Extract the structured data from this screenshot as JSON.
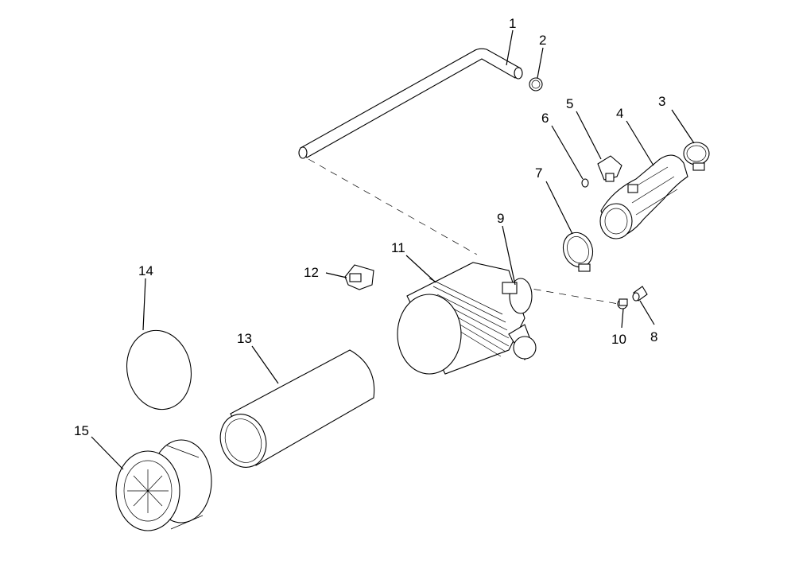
{
  "diagram": {
    "type": "exploded-parts-view",
    "callouts": [
      {
        "id": "1",
        "label": "1"
      },
      {
        "id": "2",
        "label": "2"
      },
      {
        "id": "3",
        "label": "3"
      },
      {
        "id": "4",
        "label": "4"
      },
      {
        "id": "5",
        "label": "5"
      },
      {
        "id": "6",
        "label": "6"
      },
      {
        "id": "7",
        "label": "7"
      },
      {
        "id": "8",
        "label": "8"
      },
      {
        "id": "9",
        "label": "9"
      },
      {
        "id": "10",
        "label": "10"
      },
      {
        "id": "11",
        "label": "11"
      },
      {
        "id": "12",
        "label": "12"
      },
      {
        "id": "13",
        "label": "13"
      },
      {
        "id": "14",
        "label": "14"
      },
      {
        "id": "15",
        "label": "15"
      }
    ]
  }
}
